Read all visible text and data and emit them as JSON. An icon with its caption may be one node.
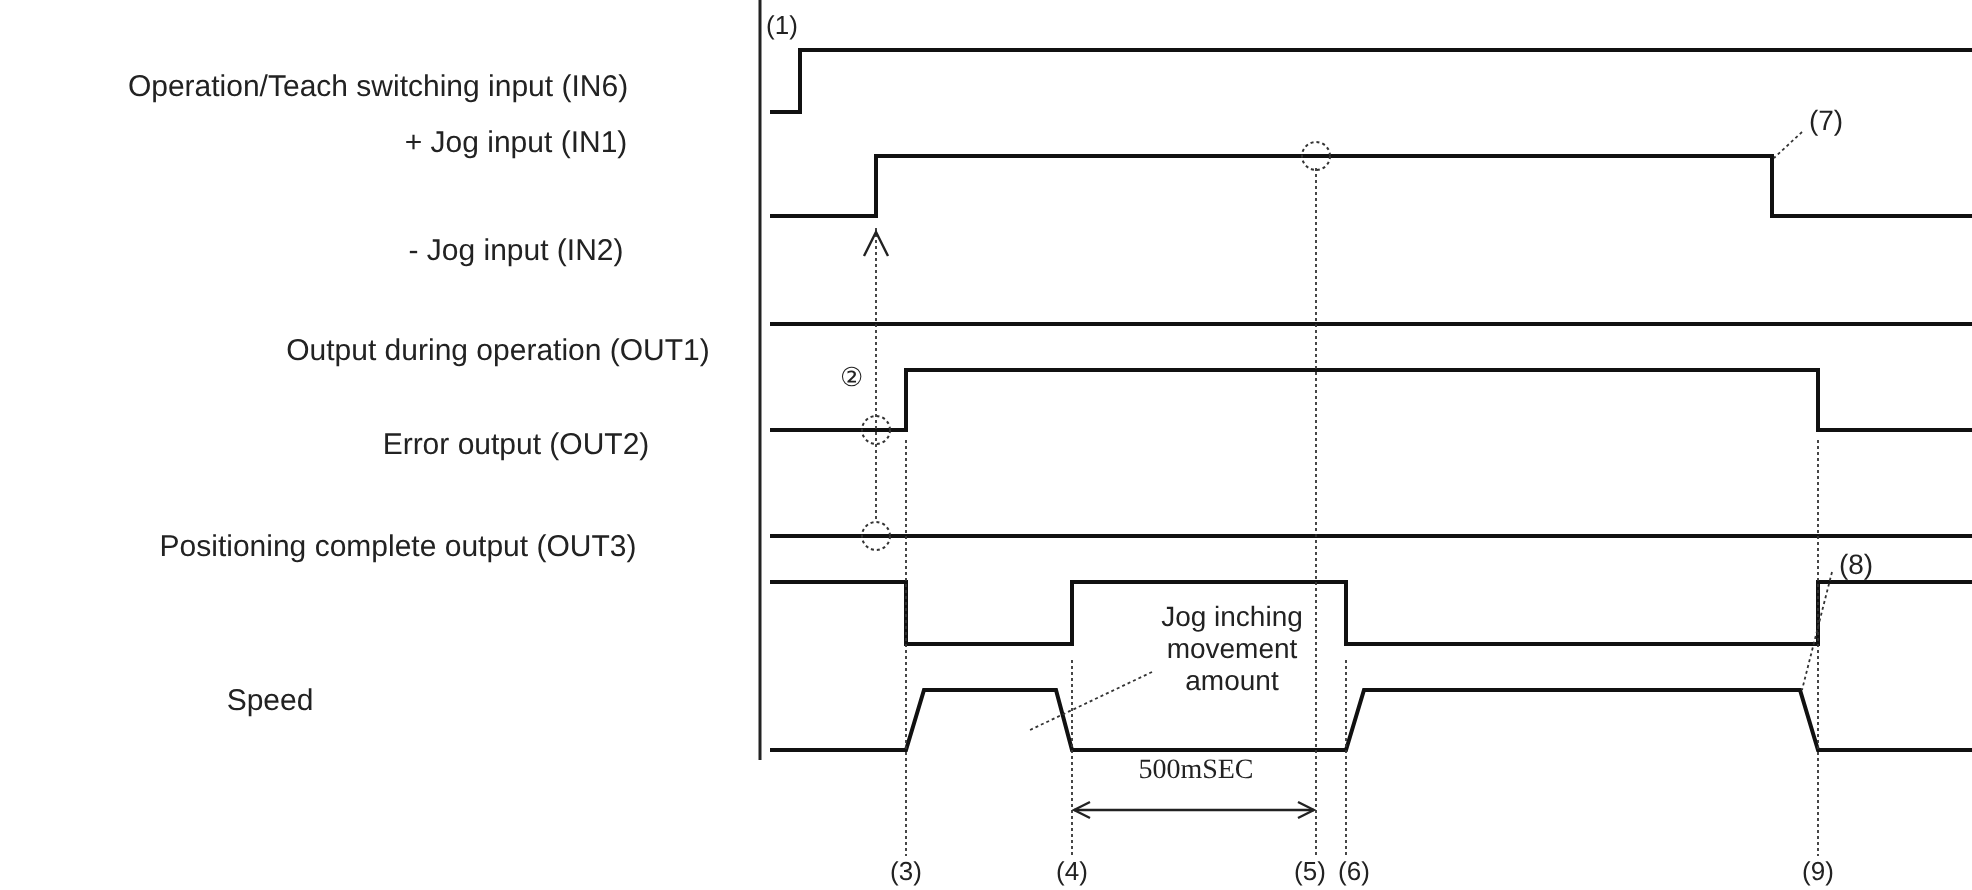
{
  "diagram": {
    "nodes": [
      {
        "text": [
          "(7)"
        ]
      },
      {
        "text": [
          "(8)"
        ]
      },
      {
        "text": [
          "Jog inching movement amount"
        ]
      }
    ],
    "edges": [
      {
        "from": 0,
        "to": null,
        "arrow": "none",
        "style": "dashed"
      },
      {
        "from": 1,
        "to": null,
        "arrow": "none",
        "style": "dashed"
      },
      {
        "from": 2,
        "to": null,
        "arrow": "none",
        "style": "dashed"
      }
    ],
    "labels": [
      "(1)",
      "Operation/Teach switching input (IN6)",
      "+ Jog input (IN1)",
      "- Jog input (IN2)",
      "②",
      "Output during operation (OUT1)",
      "Error output (OUT2)",
      "Positioning complete output (OUT3)",
      "Speed",
      "500mSEC",
      "(3)",
      "(4)",
      "(5)",
      "(6)",
      "(9)"
    ]
  }
}
